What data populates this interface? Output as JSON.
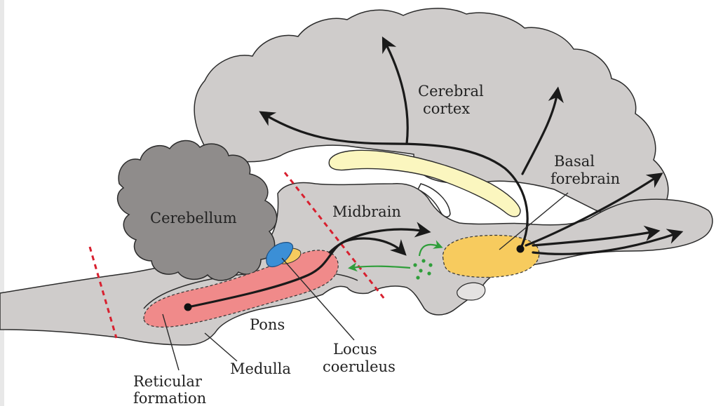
{
  "labels": {
    "cerebral_cortex_line1": "Cerebral",
    "cerebral_cortex_line2": "cortex",
    "basal_forebrain_line1": "Basal",
    "basal_forebrain_line2": "forebrain",
    "cerebellum": "Cerebellum",
    "midbrain": "Midbrain",
    "pons": "Pons",
    "locus_coeruleus_line1": "Locus",
    "locus_coeruleus_line2": "coeruleus",
    "medulla": "Medulla",
    "reticular_formation_line1": "Reticular",
    "reticular_formation_line2": "formation"
  },
  "colors": {
    "brain_fill": "#cfcccb",
    "brain_outline": "#2b2b2b",
    "cerebellum_fill": "#8f8c8b",
    "reticular_formation": "#f08a8a",
    "basal_forebrain": "#f7cb5e",
    "locus_coeruleus": "#3b8fd6",
    "corpus_callosum": "#fbf6bf",
    "projection_arrows": "#1a1a1a",
    "cholinergic_arrows": "#2f9e3a",
    "section_lines": "#d8202f"
  }
}
